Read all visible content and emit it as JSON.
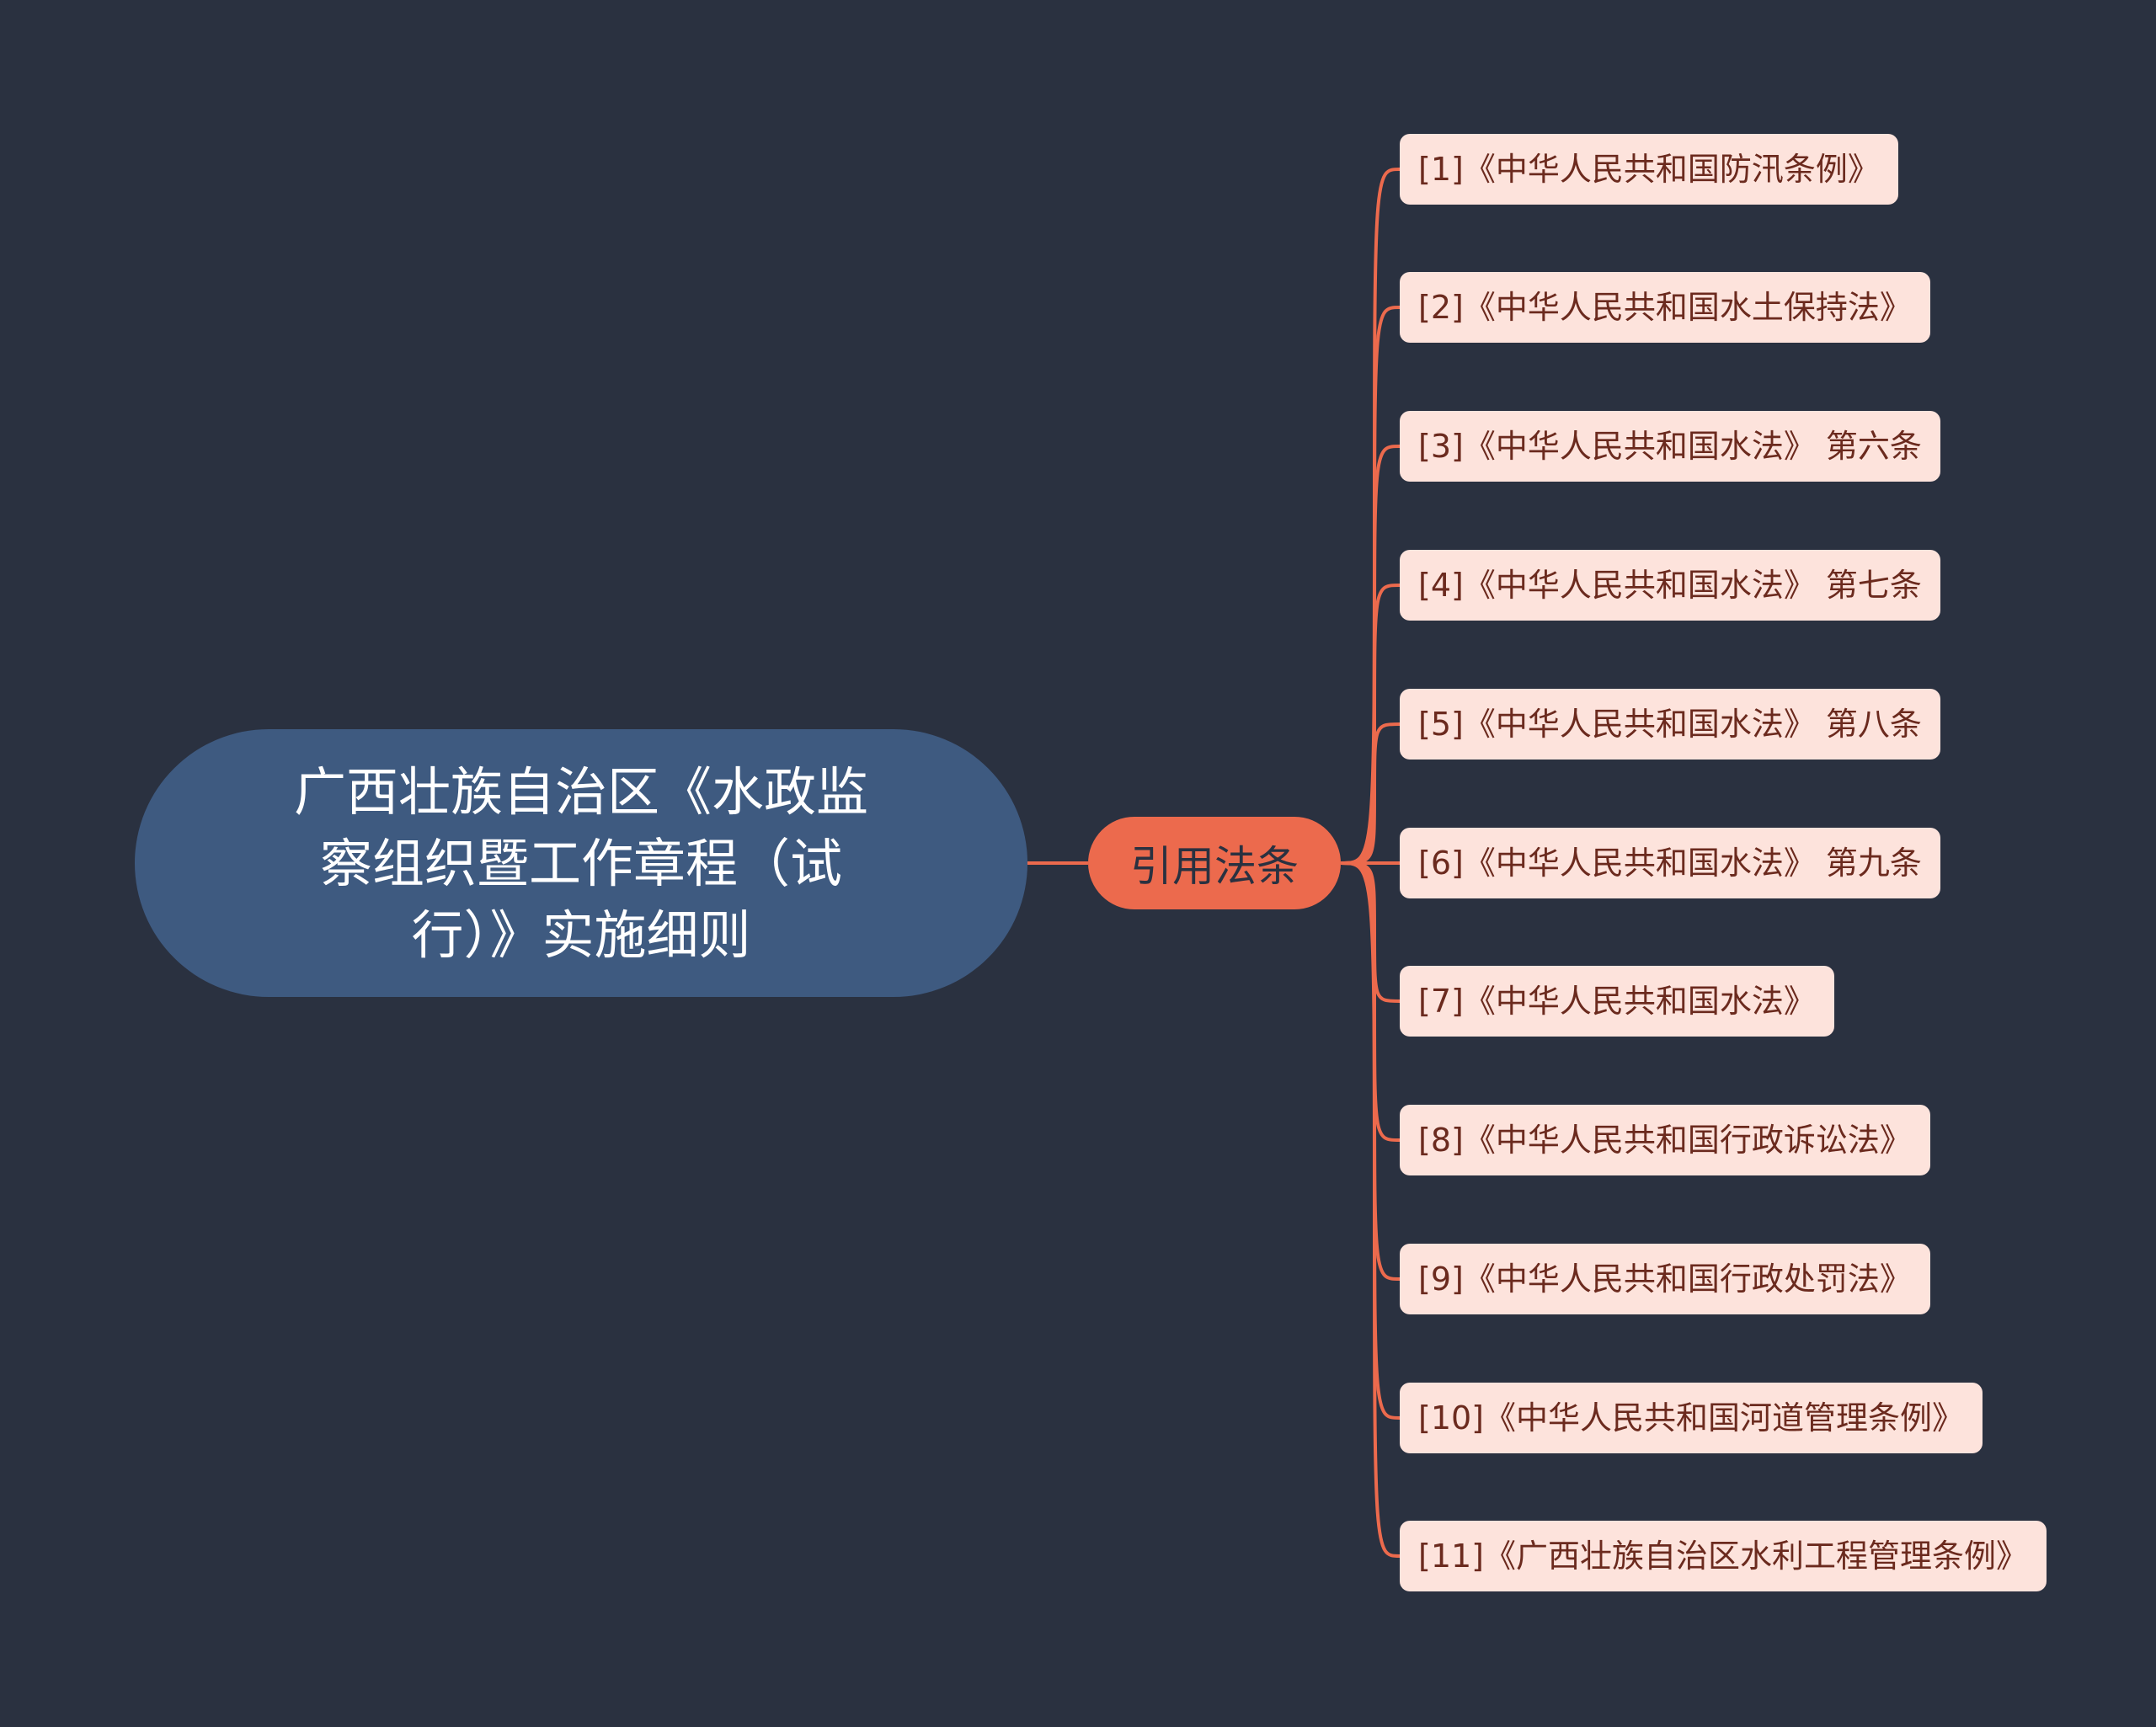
{
  "mindmap": {
    "root": {
      "label": "广西壮族自治区《水政监察组织暨工作章程（试行）》实施细则"
    },
    "branch": {
      "label": "引用法条"
    },
    "leaves": [
      {
        "label": "[1]《中华人民共和国防汛条例》"
      },
      {
        "label": "[2]《中华人民共和国水土保持法》"
      },
      {
        "label": "[3]《中华人民共和国水法》 第六条"
      },
      {
        "label": "[4]《中华人民共和国水法》 第七条"
      },
      {
        "label": "[5]《中华人民共和国水法》 第八条"
      },
      {
        "label": "[6]《中华人民共和国水法》 第九条"
      },
      {
        "label": "[7]《中华人民共和国水法》"
      },
      {
        "label": "[8]《中华人民共和国行政诉讼法》"
      },
      {
        "label": "[9]《中华人民共和国行政处罚法》"
      },
      {
        "label": "[10]《中华人民共和国河道管理条例》"
      },
      {
        "label": "[11]《广西壮族自治区水利工程管理条例》"
      }
    ]
  },
  "colors": {
    "background": "#2a3140",
    "root_fill": "#3e5a80",
    "branch_fill": "#ec6a4d",
    "leaf_fill": "#fde3dc",
    "connector": "#ec6a4d"
  }
}
